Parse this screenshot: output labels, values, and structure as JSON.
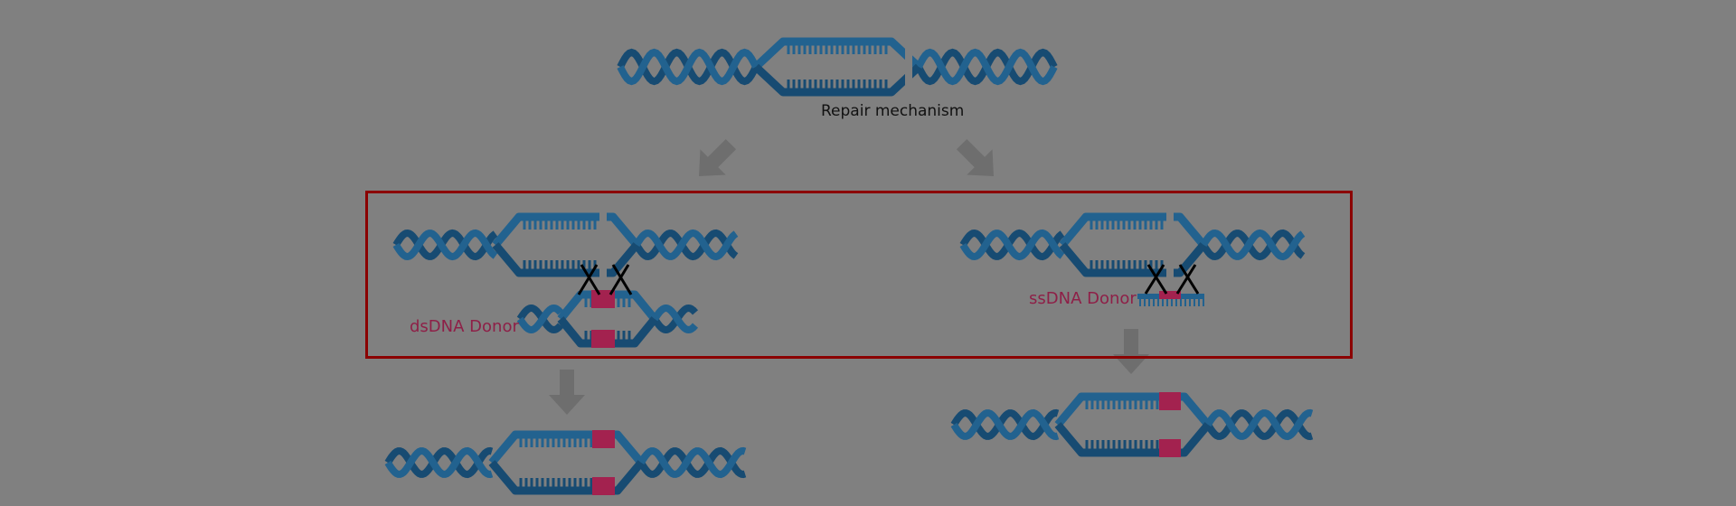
{
  "diagram": {
    "title_label": "Repair mechanism",
    "ds_donor_label": "dsDNA Donor",
    "ss_donor_label": "ssDNA Donor",
    "colors": {
      "strand": "#22628f",
      "strand_dark": "#174b72",
      "insert": "#a3224f",
      "box": "#8b0000",
      "arrow": "#6e6e6e",
      "background": "#808080"
    }
  }
}
